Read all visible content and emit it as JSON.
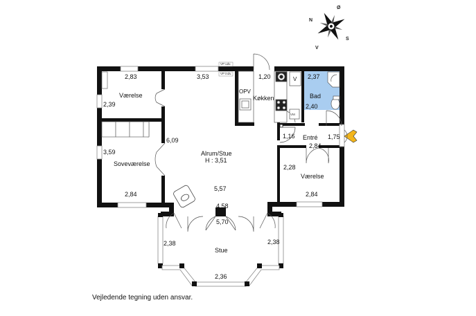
{
  "rooms": {
    "vaerelse_top": "Værelse",
    "kokken": "Køkken",
    "bad": "Bad",
    "entre": "Entré",
    "alrum": "Alrum/Stue",
    "height": "H : 3,51",
    "sovevaerelse": "Soveværelse",
    "vaerelse_right": "Værelse",
    "stue": "Stue"
  },
  "fixtures": {
    "opv": "OPV",
    "v": "V",
    "vm": "VM",
    "vp_top": "VP udv.",
    "vp_mid": "VP indv."
  },
  "dimensions": {
    "d_2_83": "2,83",
    "d_3_53": "3,53",
    "d_1_20": "1,20",
    "d_2_37": "2,37",
    "d_2_39": "2,39",
    "d_2_40": "2,40",
    "d_6_09": "6,09",
    "d_1_16": "1,16",
    "d_1_75": "1,75",
    "d_2_84_entre": "2,84",
    "d_3_59": "3,59",
    "d_2_28": "2,28",
    "d_5_57": "5,57",
    "d_2_84_sove": "2,84",
    "d_2_84_vaerelse": "2,84",
    "d_4_58": "4,58",
    "d_5_70": "5,70",
    "d_2_38_left": "2,38",
    "d_2_38_right": "2,38",
    "d_2_36": "2,36"
  },
  "compass": {
    "n": "N",
    "s": "S",
    "v": "V",
    "o": "Ø"
  },
  "disclaimer": "Vejledende tegning uden ansvar.",
  "colors": {
    "wall": "#111111",
    "bath": "#a9cdf0",
    "window": "#aaaaaa",
    "door_arrow": "#f2b51c"
  }
}
